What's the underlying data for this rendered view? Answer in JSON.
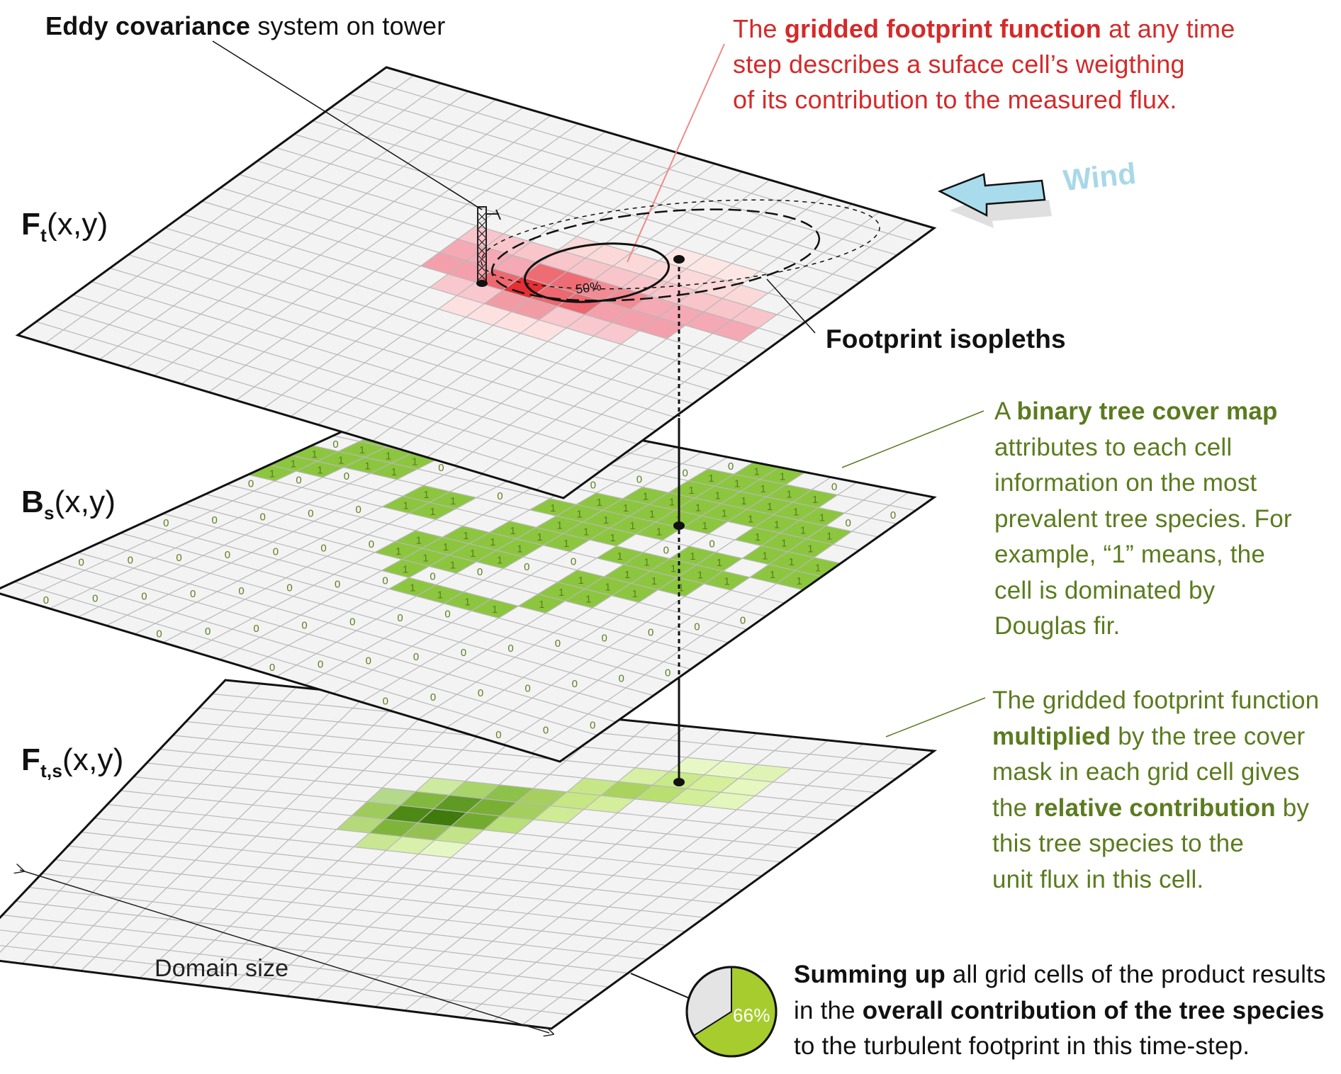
{
  "labels": {
    "eddy": {
      "bold": "Eddy covariance",
      "rest": " system on tower"
    },
    "gridded": {
      "l1a": "The ",
      "l1b": "gridded footprint function",
      "l1c": " at any time",
      "l2": "step describes a suface cell’s weigthing",
      "l3": "of its contribution to the measured flux."
    },
    "wind": "Wind",
    "isopleths": "Footprint isopleths",
    "pct50": "50%",
    "layer_ft": {
      "main": "F",
      "sub": "t",
      "args": "(x,y)"
    },
    "layer_bs": {
      "main": "B",
      "sub": "s",
      "args": "(x,y)"
    },
    "layer_fts": {
      "main": "F",
      "sub": "t,s",
      "args": "(x,y)"
    },
    "binary": {
      "l1a": "A ",
      "l1b": "binary tree cover map",
      "l2": "attributes to each cell",
      "l3": "information on the most",
      "l4": "prevalent tree species. For",
      "l5": "example, “1” means, the",
      "l6": "cell is dominated by",
      "l7": "Douglas fir."
    },
    "multiplied": {
      "l1": "The gridded footprint function",
      "l2a": "multiplied",
      "l2b": " by the tree cover",
      "l3": "mask in each grid cell gives",
      "l4a": "the ",
      "l4b": "relative contribution",
      "l4c": " by",
      "l5": "this tree species to the",
      "l6": "unit flux in this cell."
    },
    "domain": "Domain size",
    "summing": {
      "l1a": "Summing up",
      "l1b": " all grid cells of the product results",
      "l2a": "in the ",
      "l2b": "overall contribution of the tree species",
      "l3": "to the turbulent footprint in this time-step."
    },
    "pie_label": "66%"
  },
  "pie": {
    "value": 0.66
  },
  "grid_values": {
    "zero": "0",
    "one": "1"
  },
  "colors": {
    "red_text": "#d42a2a",
    "green_text": "#5b7b1f",
    "wind": "#a8d8e8",
    "tree_cell": "#8cc63f",
    "grid_line": "#b8b8b8",
    "plane_fill": "#f3f3f3"
  }
}
